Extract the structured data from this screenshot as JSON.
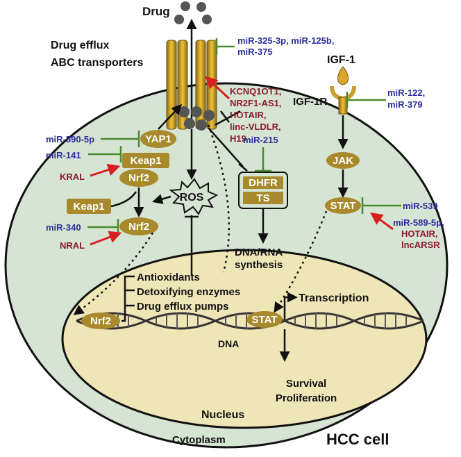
{
  "title": "HCC cell",
  "compartments": {
    "cytoplasm": "Cytoplasm",
    "nucleus": "Nucleus",
    "dna": "DNA"
  },
  "top": {
    "drug": "Drug",
    "efflux_line1": "Drug efflux",
    "efflux_line2": "ABC transporters",
    "mir_transporter_line1": "miR-325-3p, miR-125b,",
    "mir_transporter_line2": "miR-375",
    "lnc_transporter": [
      "KCNQ1OT1,",
      "NR2F1-AS1,",
      "HOTAIR,",
      "linc-VLDLR,",
      "H19"
    ]
  },
  "igf": {
    "ligand": "IGF-1",
    "receptor": "IGF-1R",
    "mir_line1": "miR-122,",
    "mir_line2": "miR-379",
    "jak": "JAK",
    "stat": "STAT",
    "mir_stat": "miR-539",
    "lnc_stat": [
      "miR-589-5p,",
      "HOTAIR,",
      "lncARSR"
    ]
  },
  "nrf2_path": {
    "yap1": "YAP1",
    "mir_yap1": "miR-590-5p",
    "mir_keap1": "miR-141",
    "keap1": "Keap1",
    "nrf2": "Nrf2",
    "kral": "KRAL",
    "ros": "ROS",
    "keap1_free": "Keap1",
    "mir_nrf2": "miR-340",
    "nrf2_free": "Nrf2",
    "nral": "NRAL"
  },
  "dhfr": {
    "mir": "miR-215",
    "dhfr": "DHFR",
    "ts": "TS",
    "synth_line1": "DNA/RNA",
    "synth_line2": "synthesis"
  },
  "nucleus_content": {
    "nrf2": "Nrf2",
    "targets": [
      "Antioxidants",
      "Detoxifying enzymes",
      "Drug efflux pumps"
    ],
    "stat": "STAT",
    "transcription": "Transcription",
    "outcome_line1": "Survival",
    "outcome_line2": "Proliferation"
  },
  "colors": {
    "cell_fill": "#d6e4d3",
    "nucleus_fill": "#efe6b8",
    "pill": "#a8892c",
    "mirna": "#2b2f9e",
    "lncrna": "#8b1a2e",
    "inhibit_bar": "#4a8a2c",
    "activate_arrow": "#d72020"
  }
}
